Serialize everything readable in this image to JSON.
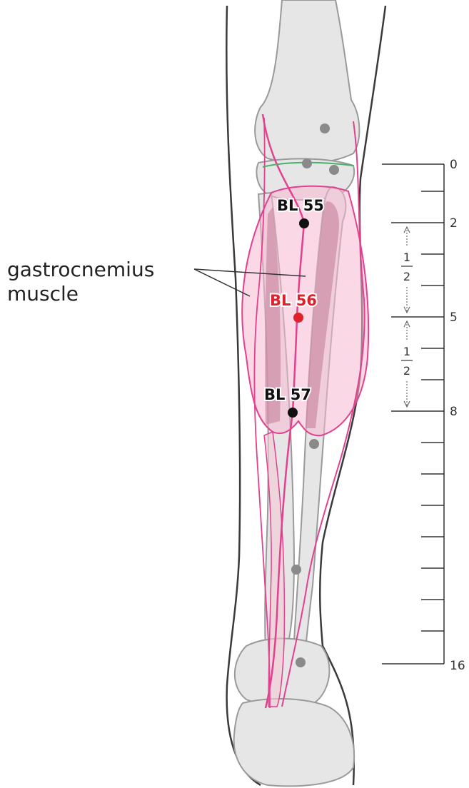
{
  "muscle_label": {
    "line1": "gastrocnemius",
    "line2": "muscle"
  },
  "points": [
    {
      "id": "bl55",
      "label": "BL 55",
      "highlight": false
    },
    {
      "id": "bl56",
      "label": "BL 56",
      "highlight": true
    },
    {
      "id": "bl57",
      "label": "BL 57",
      "highlight": false
    }
  ],
  "scale": {
    "labels": [
      "0",
      "2",
      "5",
      "8",
      "16"
    ],
    "fractions": [
      {
        "numerator": "1",
        "denominator": "2"
      },
      {
        "numerator": "1",
        "denominator": "2"
      }
    ]
  },
  "colors": {
    "point_normal": "#111111",
    "point_highlight": "#e0202a",
    "muscle_outline": "#e3408f",
    "muscle_fill": "#f6b8cf",
    "meridian_line": "#e3408f",
    "bone_fill": "#e6e6e6",
    "bone_outline": "#9a9a9a",
    "landmark_dot": "#8a8a8a"
  }
}
